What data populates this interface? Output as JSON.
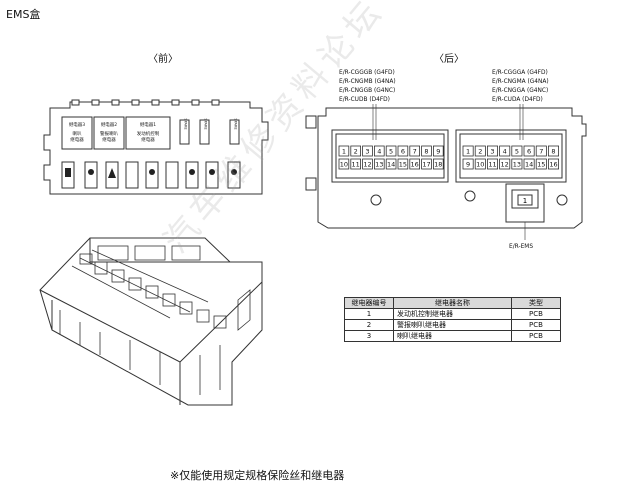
{
  "page": {
    "title": "EMS盒",
    "front_label": "〈前〉",
    "rear_label": "〈后〉",
    "footnote": "※仅能使用规定规格保险丝和继电器"
  },
  "front_panel": {
    "relays": [
      {
        "lines": [
          "继电器3",
          "喇叭",
          "继电器"
        ]
      },
      {
        "lines": [
          "继电器2",
          "警报喇叭",
          "继电器"
        ]
      },
      {
        "lines": [
          "继电器1",
          "发动机控制",
          "继电器"
        ]
      }
    ],
    "spare_slots": [
      "SPARE",
      "SPARE",
      "SPARE"
    ]
  },
  "rear_panel": {
    "left_connector_labels": [
      "E/R-CGGGB (G4FD)",
      "E/R-CNGMB (G4NA)",
      "E/R-CNGGB (G4NC)",
      "E/R-CUDB (D4FD)"
    ],
    "right_connector_labels": [
      "E/R-CGGGA (G4FD)",
      "E/R-CNGMA (G4NA)",
      "E/R-CNGGA (G4NC)",
      "E/R-CUDA (D4FD)"
    ],
    "ems_label": "E/R-EMS",
    "ems_pin": "1",
    "left_pins": [
      "1",
      "2",
      "3",
      "4",
      "5",
      "6",
      "7",
      "8",
      "9",
      "10",
      "11",
      "12",
      "13",
      "14",
      "15",
      "16",
      "17",
      "18"
    ],
    "right_pins": [
      "1",
      "2",
      "3",
      "4",
      "5",
      "6",
      "7",
      "8",
      "9",
      "10",
      "11",
      "12",
      "13",
      "14",
      "15",
      "16"
    ]
  },
  "relay_table": {
    "headers": [
      "继电器编号",
      "继电器名称",
      "类型"
    ],
    "rows": [
      {
        "no": "1",
        "name": "发动机控制继电器",
        "type": "PCB"
      },
      {
        "no": "2",
        "name": "警报喇叭继电器",
        "type": "PCB"
      },
      {
        "no": "3",
        "name": "喇叭继电器",
        "type": "PCB"
      }
    ]
  },
  "watermark": "汽车维修资料论坛 使用 授权"
}
